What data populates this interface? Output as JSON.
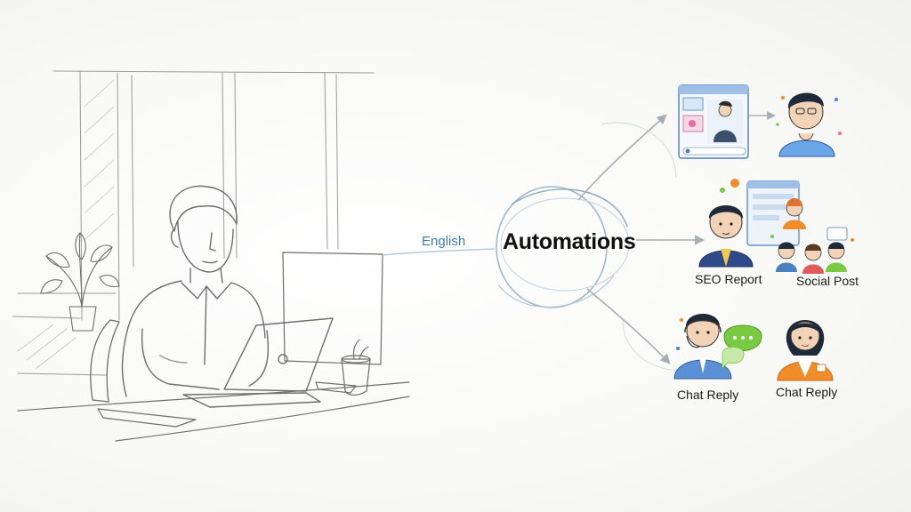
{
  "input": {
    "label": "English"
  },
  "hub": {
    "label": "Automations"
  },
  "outputs": {
    "seo_report": "SEO Report",
    "social_post": "Social Post",
    "chat_reply_1": "Chat Reply",
    "chat_reply_2": "Chat Reply"
  },
  "colors": {
    "sketch": "#6e6e6e",
    "accent_blue": "#4a7fc1",
    "accent_green": "#7ac943",
    "accent_orange": "#f28c28",
    "connector_gray": "#a9adb3"
  },
  "icons": [
    "person-at-laptop-sketch",
    "potted-plant-sketch",
    "coffee-cup-sketch",
    "automation-hub-swirl",
    "web-page-icon",
    "thinking-person-icon",
    "businessman-icon",
    "group-people-icon",
    "support-agent-icon",
    "chat-bubble-icon",
    "woman-agent-icon"
  ]
}
